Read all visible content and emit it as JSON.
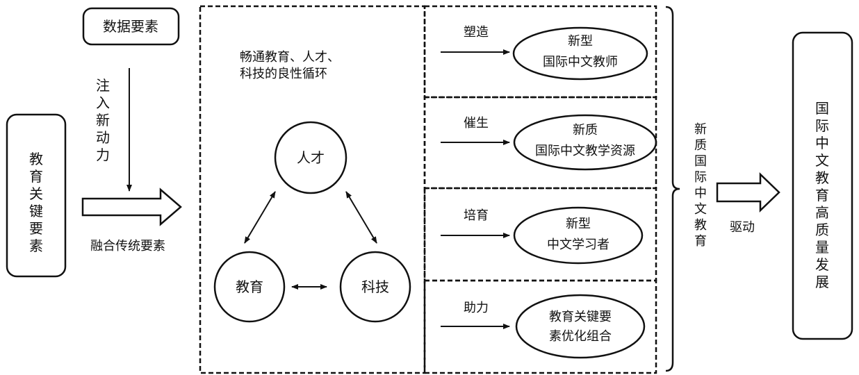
{
  "left_box": "教育关键要素",
  "top_box": "数据要素",
  "vertical_arrow_label": "注入新动力",
  "horizontal_arrow_label": "融合传统要素",
  "cycle_title_line1": "畅通教育、人才、",
  "cycle_title_line2": "科技的良性循环",
  "cycle_nodes": {
    "top": "人才",
    "left": "教育",
    "right": "科技"
  },
  "outcomes": [
    {
      "verb": "塑造",
      "line1": "新型",
      "line2": "国际中文教师"
    },
    {
      "verb": "催生",
      "line1": "新质",
      "line2": "国际中文教学资源"
    },
    {
      "verb": "培育",
      "line1": "新型",
      "line2": "中文学习者"
    },
    {
      "verb": "助力",
      "line1": "教育关键要",
      "line2": "素优化组合"
    }
  ],
  "bracket_label": "新质国际中文教育",
  "drive_label": "驱动",
  "right_box": "国际中文教育高质量发展"
}
